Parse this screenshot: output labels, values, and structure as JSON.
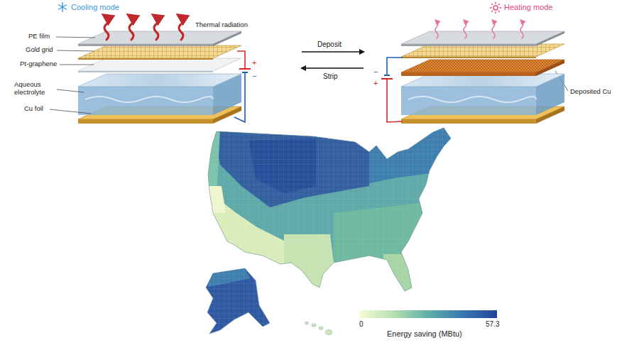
{
  "diagram": {
    "labels": [
      "Cooling mode",
      "Heating mode",
      "PE film",
      "Thermal radiation",
      "Gold grid",
      "Pt-graphene",
      "Aqueous electrolyte",
      "Cu foil",
      "+",
      "−",
      "Deposit",
      "Strip",
      "−",
      "+",
      "Deposited Cu",
      "0",
      "57.3",
      "Energy saving (MBtu)"
    ]
  }
}
